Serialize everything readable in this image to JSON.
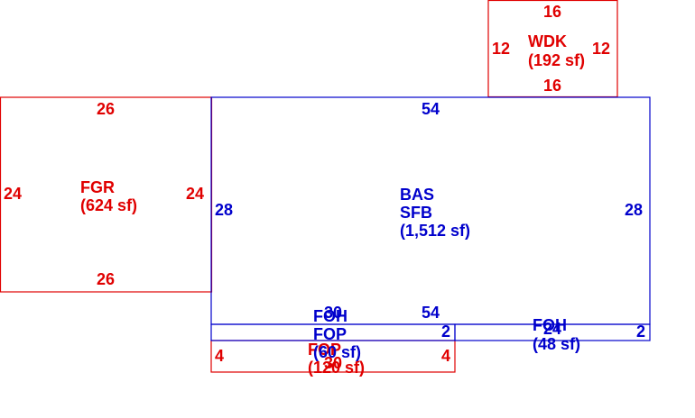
{
  "colors": {
    "red": "#e00000",
    "blue": "#0000cc",
    "background": "#ffffff"
  },
  "areas": {
    "wdk": {
      "code": "WDK",
      "area": "(192 sf)",
      "dims": {
        "top": "16",
        "bottom": "16",
        "left": "12",
        "right": "12"
      }
    },
    "fgr": {
      "code": "FGR",
      "area": "(624 sf)",
      "dims": {
        "top": "26",
        "bottom": "26",
        "left": "24",
        "right": "24"
      }
    },
    "bas": {
      "code": "BAS",
      "code2": "SFB",
      "area": "(1,512 sf)",
      "dims": {
        "top": "54",
        "bottom": "54",
        "left": "28",
        "right": "28"
      }
    },
    "foh_left": {
      "code": "FOH",
      "code2": "FOP",
      "area": "(60 sf)",
      "dims": {
        "top": "30",
        "right": "2"
      }
    },
    "fop": {
      "code": "FOP",
      "area": "(120 sf)",
      "dims": {
        "top": "30",
        "left": "4",
        "right": "4"
      }
    },
    "foh_right": {
      "code": "FOH",
      "area": "(48 sf)",
      "dims": {
        "top": "24",
        "right": "2"
      }
    }
  }
}
